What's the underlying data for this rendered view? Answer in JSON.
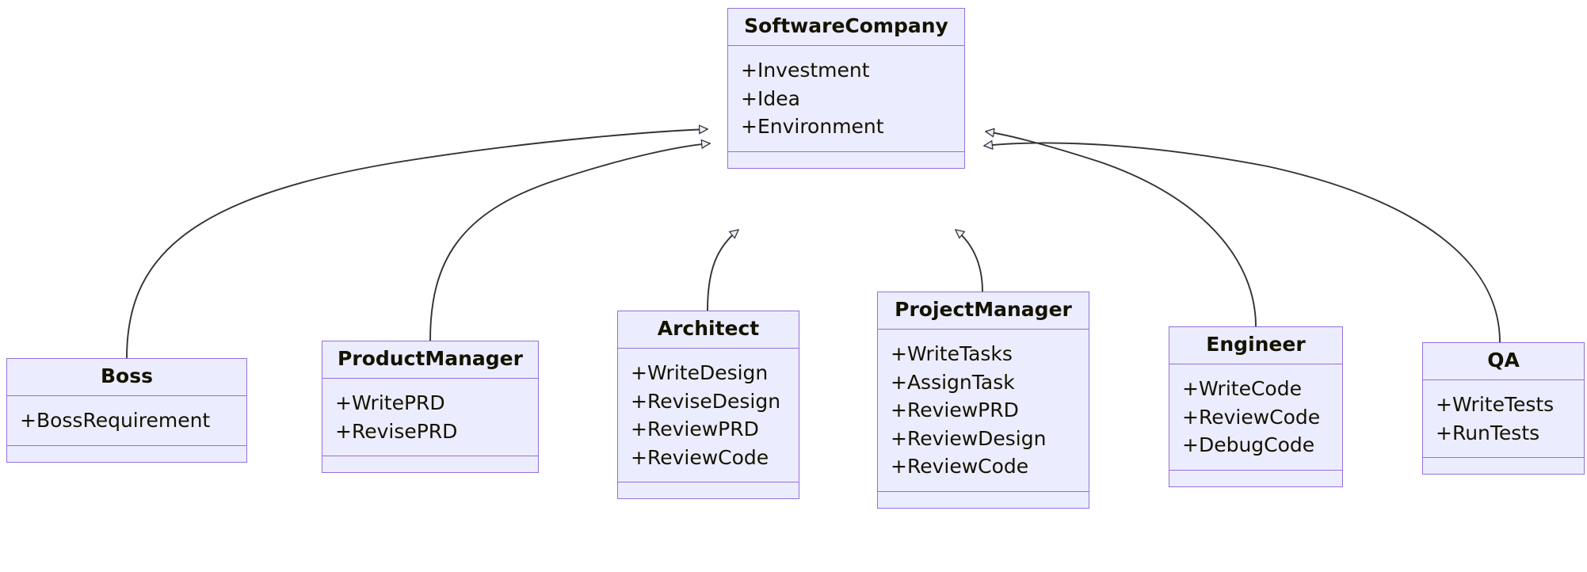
{
  "diagram": {
    "type": "uml-class-diagram",
    "title": "",
    "background_color": "#ffffff",
    "node_fill_color": "#ECECFF",
    "node_border_color": "#9370DB",
    "text_color": "#131300",
    "edge_color": "#333333",
    "relationship_type": "inheritance"
  },
  "classes": [
    {
      "id": "softwarecompany",
      "name": "SoftwareCompany",
      "attributes": [
        "+Investment",
        "+Idea",
        "+Environment"
      ],
      "methods": []
    },
    {
      "id": "boss",
      "name": "Boss",
      "attributes": [
        "+BossRequirement"
      ],
      "methods": []
    },
    {
      "id": "productmanager",
      "name": "ProductManager",
      "attributes": [
        "+WritePRD",
        "+RevisePRD"
      ],
      "methods": []
    },
    {
      "id": "architect",
      "name": "Architect",
      "attributes": [
        "+WriteDesign",
        "+ReviseDesign",
        "+ReviewPRD",
        "+ReviewCode"
      ],
      "methods": []
    },
    {
      "id": "projectmanager",
      "name": "ProjectManager",
      "attributes": [
        "+WriteTasks",
        "+AssignTask",
        "+ReviewPRD",
        "+ReviewDesign",
        "+ReviewCode"
      ],
      "methods": []
    },
    {
      "id": "engineer",
      "name": "Engineer",
      "attributes": [
        "+WriteCode",
        "+ReviewCode",
        "+DebugCode"
      ],
      "methods": []
    },
    {
      "id": "qa",
      "name": "QA",
      "attributes": [
        "+WriteTests",
        "+RunTests"
      ],
      "methods": []
    }
  ],
  "relationships": [
    {
      "from": "Boss",
      "to": "SoftwareCompany",
      "kind": "inheritance"
    },
    {
      "from": "ProductManager",
      "to": "SoftwareCompany",
      "kind": "inheritance"
    },
    {
      "from": "Architect",
      "to": "SoftwareCompany",
      "kind": "inheritance"
    },
    {
      "from": "ProjectManager",
      "to": "SoftwareCompany",
      "kind": "inheritance"
    },
    {
      "from": "Engineer",
      "to": "SoftwareCompany",
      "kind": "inheritance"
    },
    {
      "from": "QA",
      "to": "SoftwareCompany",
      "kind": "inheritance"
    }
  ]
}
